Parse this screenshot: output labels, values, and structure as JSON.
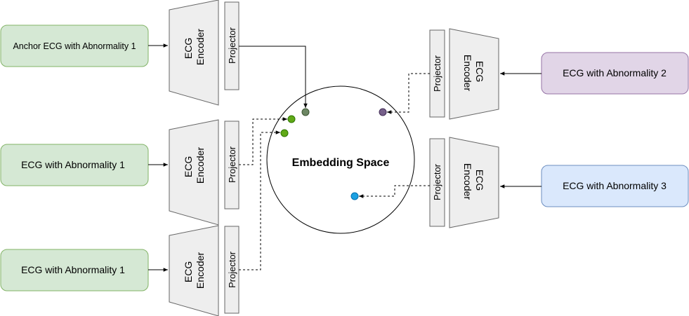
{
  "inputs": {
    "anchor": "Anchor ECG with Abnormality 1",
    "pos1": "ECG with Abnormality 1",
    "pos2": "ECG with Abnormality 1",
    "neg2": "ECG with Abnormality 2",
    "neg3": "ECG with Abnormality 3"
  },
  "encoder": {
    "line1": "ECG",
    "line2": "Encoder"
  },
  "projector": "Projector",
  "embedding_space": "Embedding Space",
  "colors": {
    "green_fill": "#d5e8d4",
    "green_stroke": "#82b366",
    "purple_fill": "#e1d5e7",
    "purple_stroke": "#9673a6",
    "blue_fill": "#dae8fc",
    "blue_stroke": "#6c8ebf",
    "encoder_fill": "#eeeeee",
    "encoder_stroke": "#666666",
    "dot_anchor": "#6d8764",
    "dot_positive": "#60a917",
    "dot_abn2": "#76608a",
    "dot_abn3": "#1ba1e2"
  }
}
